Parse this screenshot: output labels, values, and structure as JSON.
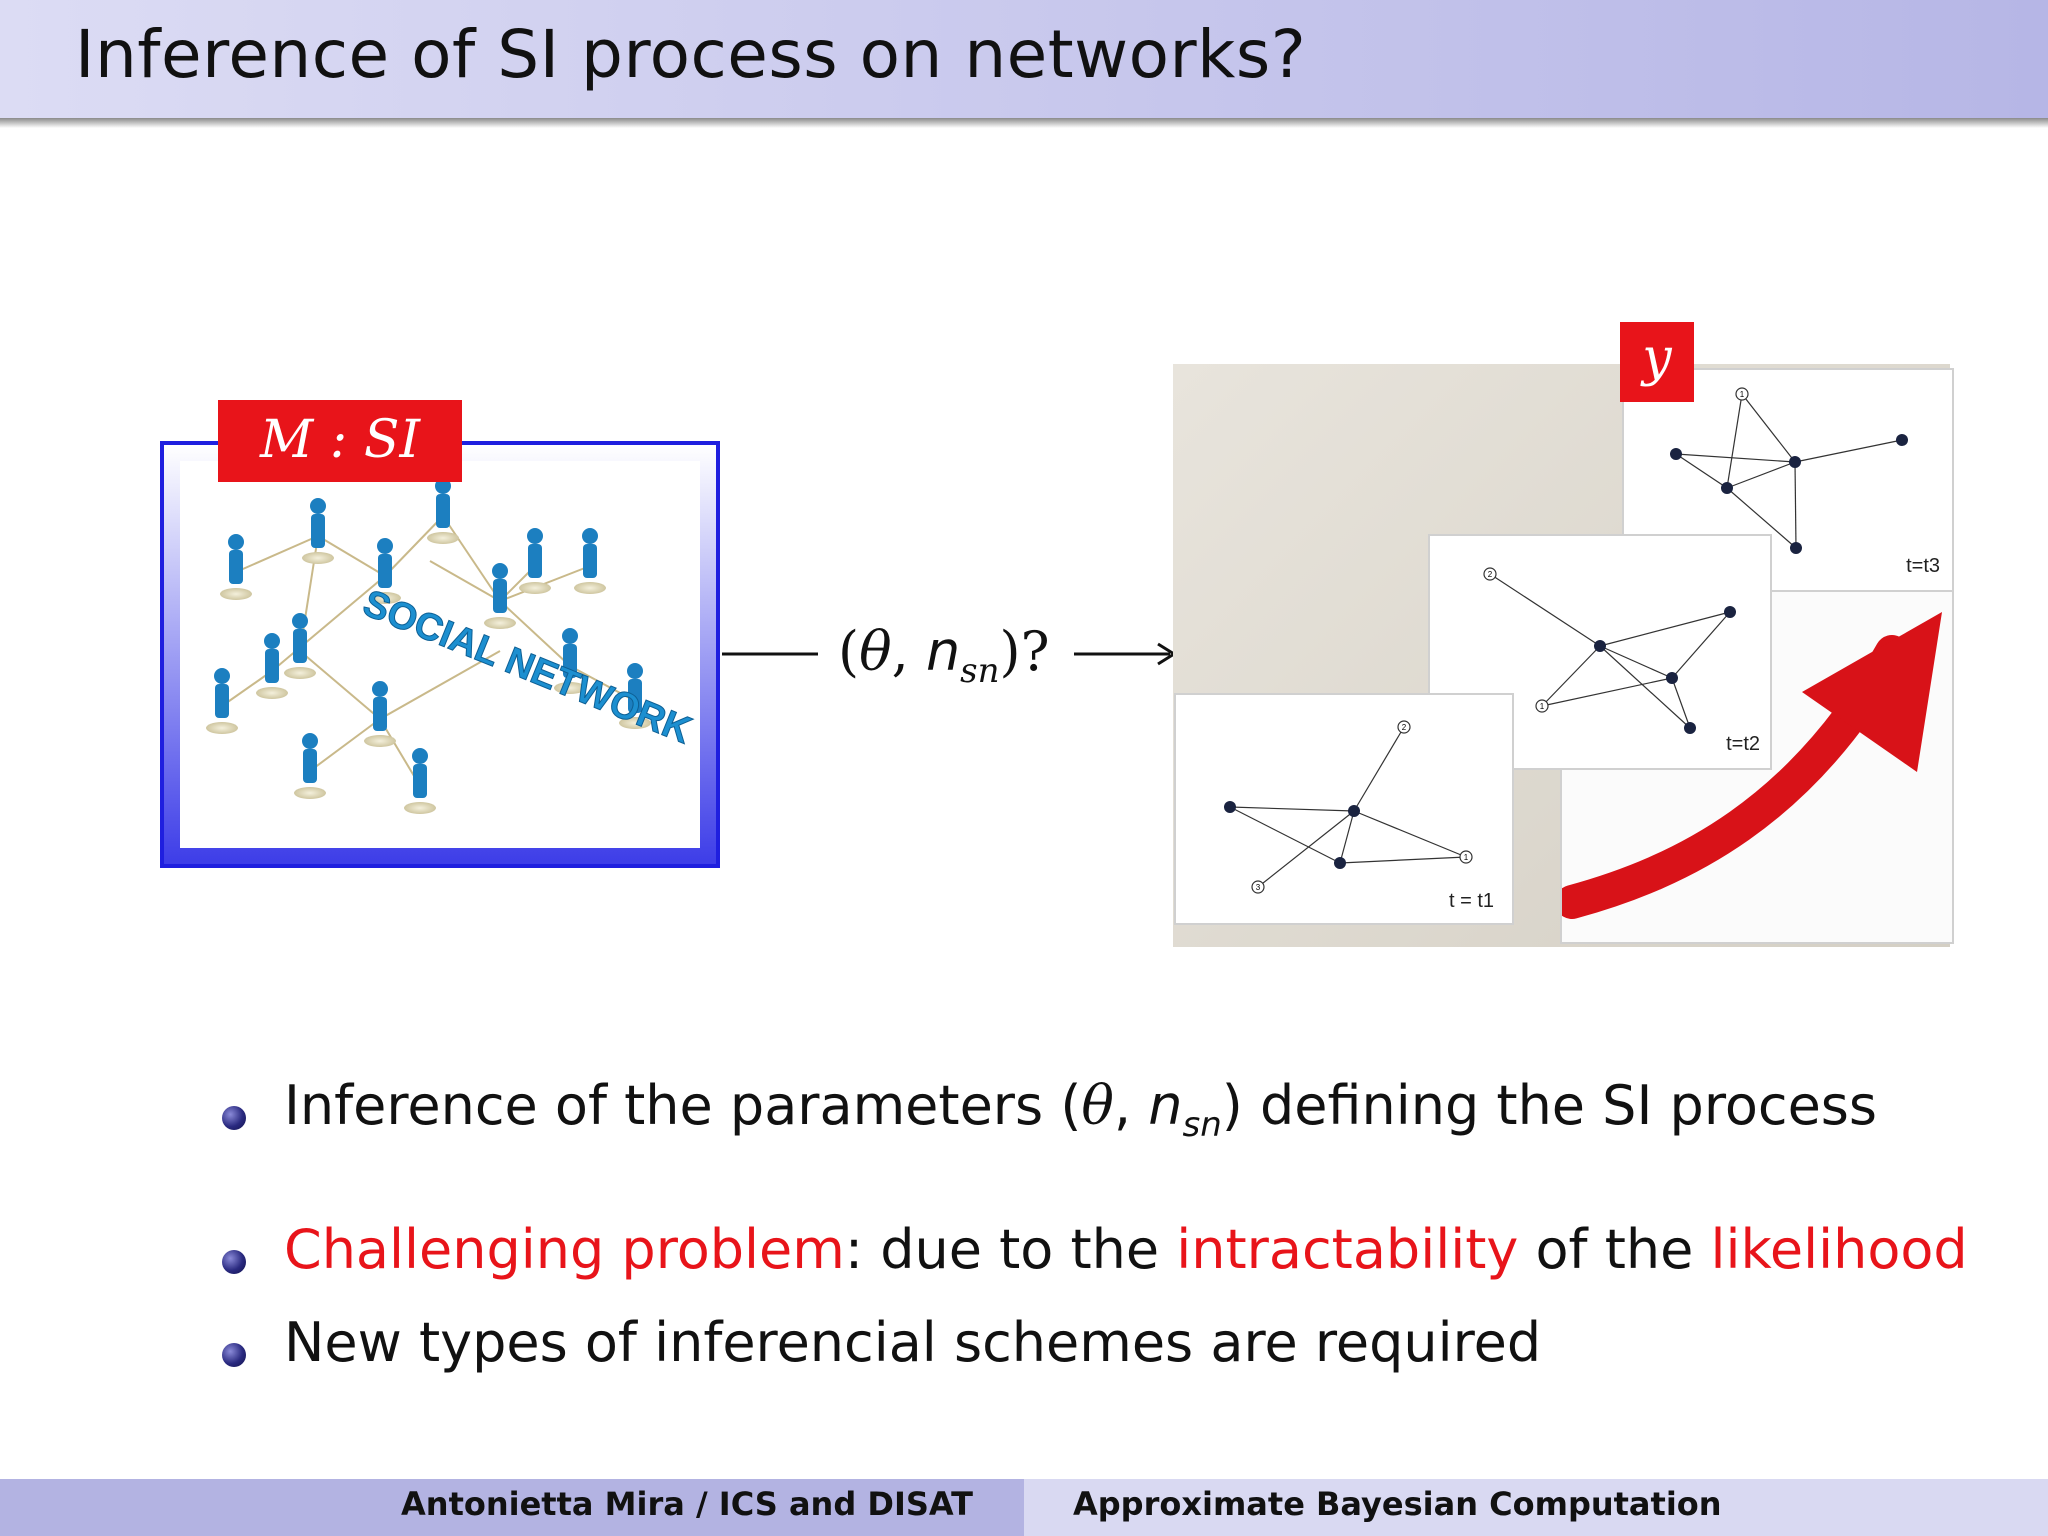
{
  "title": "Inference of SI process on networks?",
  "model_label": "M : SI",
  "network_image": {
    "banner_text": "SOCIAL NETWORK"
  },
  "arrow_label": {
    "open": "(",
    "theta": "θ",
    "comma": ", ",
    "n": "n",
    "sub": "sn",
    "close": ")?"
  },
  "y_label": "y",
  "snapshots": [
    {
      "label": "t = t1",
      "node_labels": [
        "2",
        "1",
        "3"
      ]
    },
    {
      "label": "t=t2",
      "node_labels": [
        "2",
        "1"
      ]
    },
    {
      "label": "t=t3",
      "node_labels": [
        "1"
      ]
    }
  ],
  "bullets": [
    {
      "text_before": "Inference of the parameters ",
      "param_theta": "θ",
      "param_n": "n",
      "param_sub": "sn",
      "text_after": " defining the SI process"
    },
    {
      "red1": "Challenging problem",
      "t1": ": due to the ",
      "red2": "intractability",
      "t2": " of the ",
      "red3": "likelihood"
    },
    {
      "text": "New types of inferencial schemes are required"
    }
  ],
  "footer": {
    "left": "Antonietta Mira / ICS and DISAT",
    "right": "Approximate Bayesian Computation"
  },
  "colors": {
    "accent_red": "#e8141a",
    "frame_blue": "#1f1fdf",
    "header_gradient": [
      "#dcdcf4",
      "#b6b6e6"
    ]
  }
}
